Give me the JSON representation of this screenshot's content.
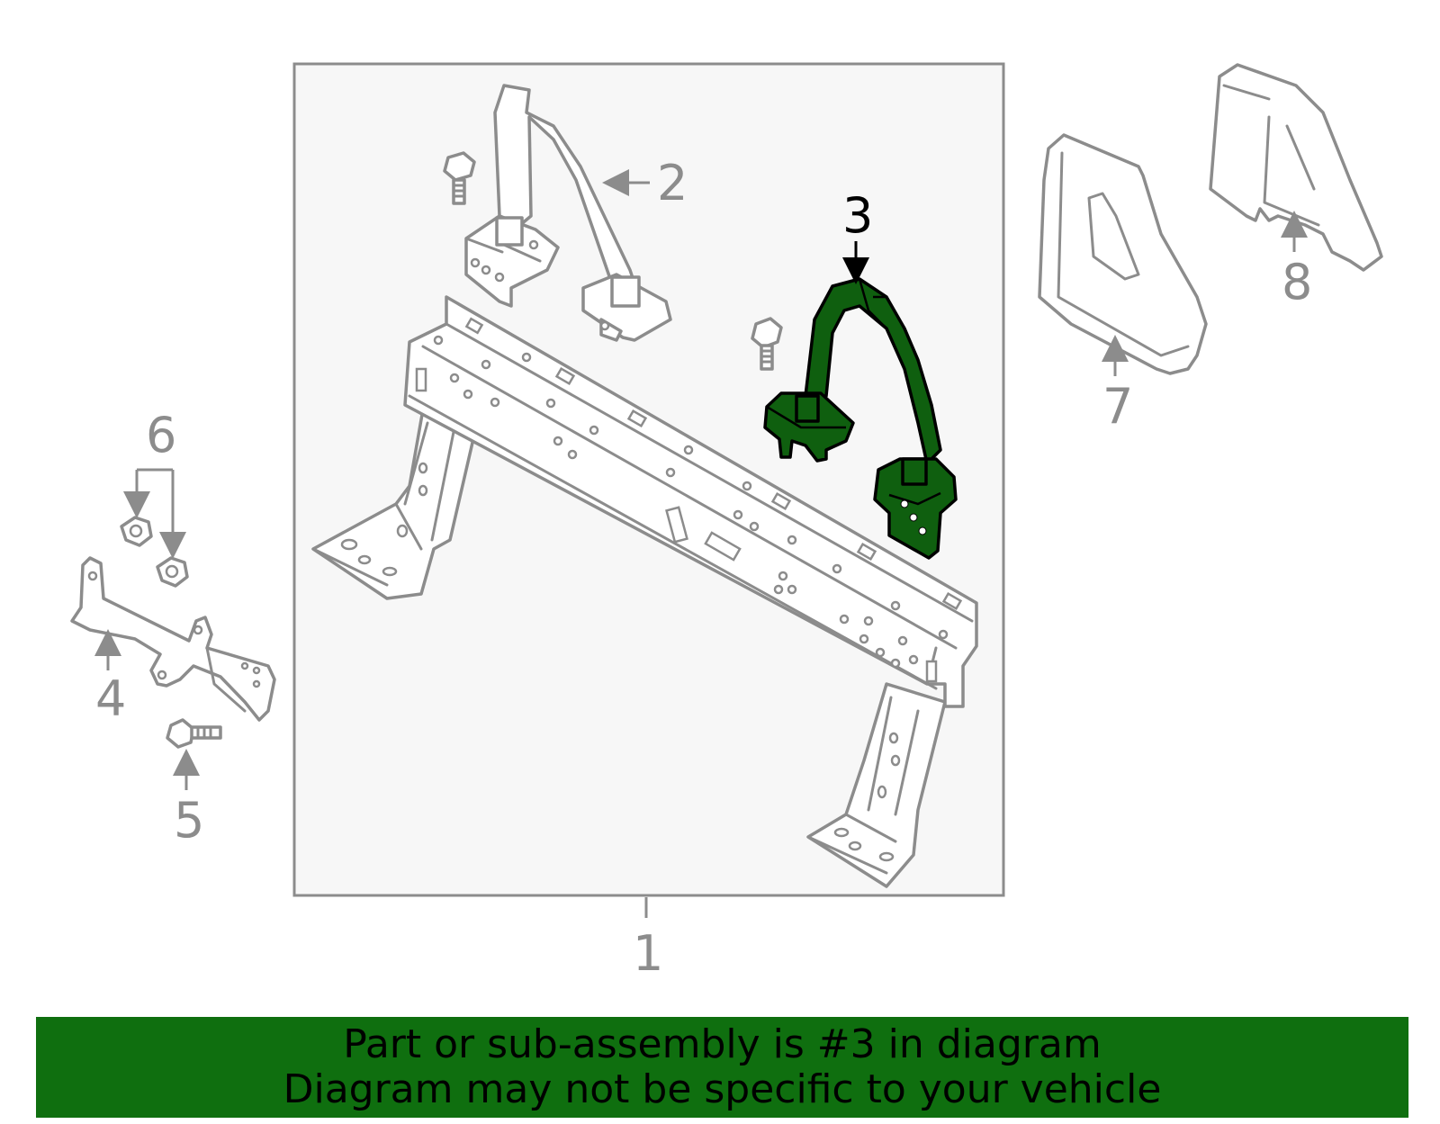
{
  "callouts": {
    "c1": "1",
    "c2": "2",
    "c3": "3",
    "c4": "4",
    "c5": "5",
    "c6": "6",
    "c7": "7",
    "c8": "8"
  },
  "banner": {
    "line1": "Part or sub-assembly is #3 in diagram",
    "line2": "Diagram may not be specific to your vehicle"
  },
  "colors": {
    "highlight": "#0f5f0f",
    "banner": "#0f6f0f",
    "part_stroke": "#8c8c8c",
    "box_fill": "#f7f7f7"
  }
}
